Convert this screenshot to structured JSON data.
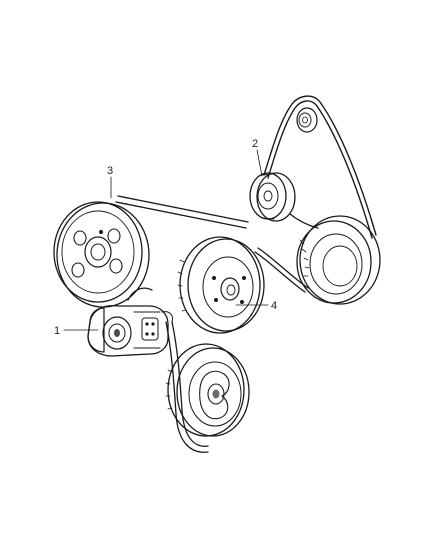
{
  "diagram": {
    "callouts": [
      {
        "id": "1",
        "label": "1"
      },
      {
        "id": "2",
        "label": "2"
      },
      {
        "id": "3",
        "label": "3"
      },
      {
        "id": "4",
        "label": "4"
      }
    ],
    "colors": {
      "line": "#1a1a1a",
      "part_fill": "#ffffff",
      "shade_light": "#e4e4e4",
      "shade_dark": "#9a9a9a"
    }
  }
}
